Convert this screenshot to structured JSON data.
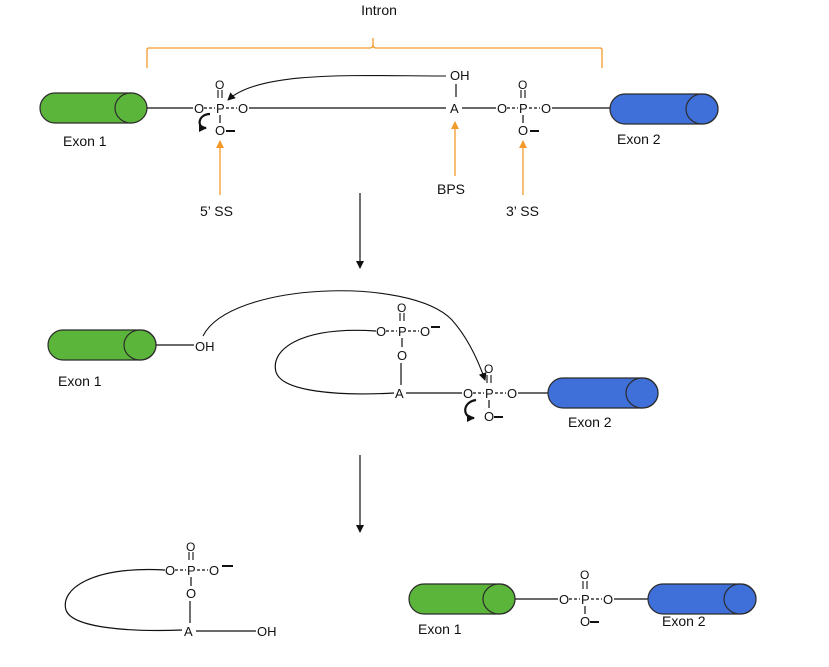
{
  "labels": {
    "intron": "Intron",
    "exon1": "Exon 1",
    "exon2": "Exon 2",
    "ss5": "5’ SS",
    "bps": "BPS",
    "ss3": "3’ SS"
  },
  "atoms": {
    "O": "O",
    "P": "P",
    "A": "A",
    "OH": "OH"
  },
  "colors": {
    "exon1": "#5bb53a",
    "exon2": "#3f6fd8",
    "annotation": "#f39a2b"
  },
  "icons": {
    "arrow": "down-arrow-icon",
    "curly": "curly-arrow-icon"
  }
}
